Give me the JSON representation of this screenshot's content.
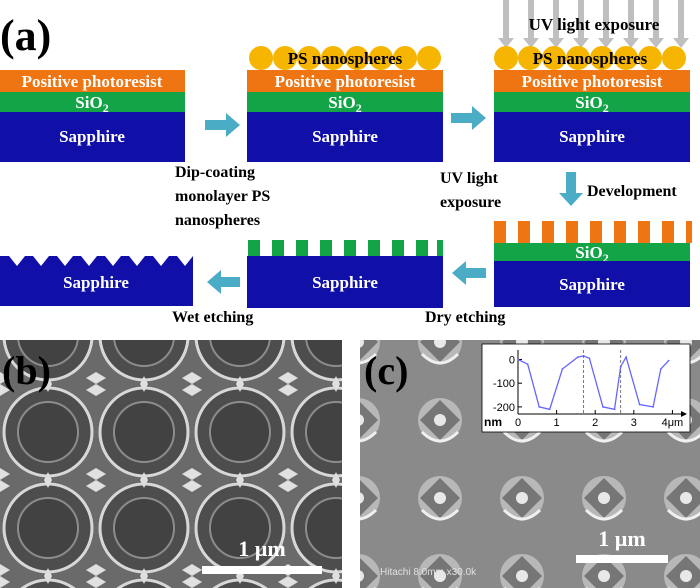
{
  "panel_labels": {
    "a": "(a)",
    "b": "(b)",
    "c": "(c)"
  },
  "layers": {
    "photoresist": "Positive photoresist",
    "sio2_base": "SiO",
    "sio2_sub": "2",
    "sapphire": "Sapphire",
    "ps": "PS nanospheres"
  },
  "steps": {
    "uv_title": "UV light exposure",
    "dip_line1": "Dip-coating",
    "dip_line2": "monolayer PS",
    "dip_line3": "nanospheres",
    "uv_line1": "UV light",
    "uv_line2": "exposure",
    "development": "Development",
    "dry_etching": "Dry etching",
    "wet_etching": "Wet etching"
  },
  "sem_b": {
    "scale": "1 µm"
  },
  "sem_c": {
    "scale": "1 µm",
    "footer": "Hitachi 8.0mm x30.0k"
  },
  "inset_chart": {
    "chart_data": {
      "type": "line",
      "x": [
        0,
        0.25,
        0.55,
        0.82,
        1.15,
        1.55,
        1.7,
        1.85,
        2.2,
        2.5,
        2.66,
        2.8,
        3.15,
        3.5,
        3.7,
        3.9
      ],
      "series": [
        {
          "values": [
            0,
            -20,
            -200,
            -210,
            -40,
            10,
            15,
            5,
            -200,
            -210,
            -30,
            10,
            -190,
            -200,
            -40,
            -5
          ]
        }
      ],
      "xticks": [
        "0",
        "1",
        "2",
        "3",
        "4μm"
      ],
      "yticks": [
        "0",
        "-100",
        "-200"
      ],
      "ylabel": "nm",
      "xlim": [
        0,
        4.3
      ],
      "ylim": [
        -230,
        40
      ],
      "dashed_lines_x": [
        1.7,
        2.66
      ]
    }
  },
  "colors": {
    "photoresist": "#EE7512",
    "sio2": "#12A447",
    "sapphire": "#1010A8",
    "ps": "#F6B500",
    "arrow": "#4BACC6",
    "uv_arrow": "#BFBFBF",
    "inset_line": "#6666FF"
  }
}
